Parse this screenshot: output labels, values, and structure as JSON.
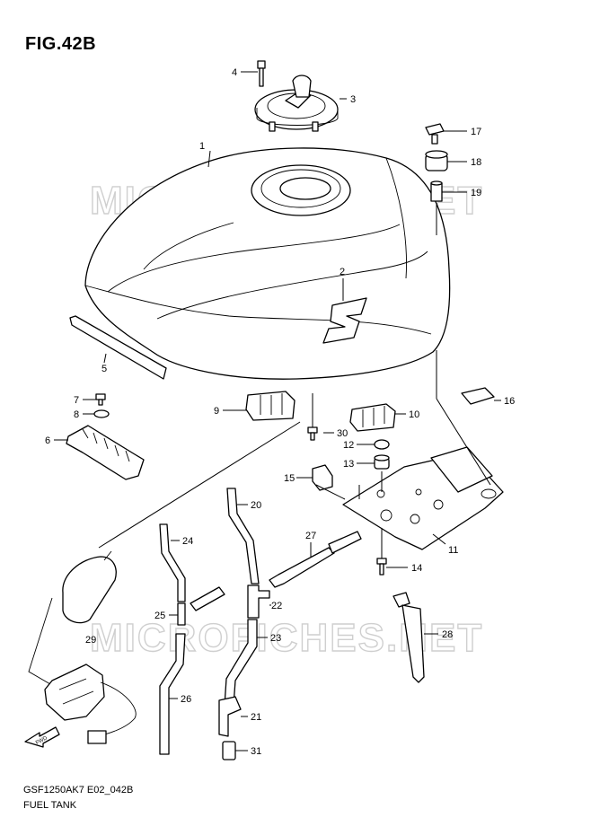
{
  "figure": {
    "title": "FIG.42B"
  },
  "watermark": "MICROFICHES.NET",
  "footer": {
    "code": "GSF1250AK7 E02_042B",
    "name": "FUEL TANK"
  },
  "direction_marker": "FWD",
  "callouts": {
    "c1": "1",
    "c2": "2",
    "c3": "3",
    "c4": "4",
    "c5": "5",
    "c6": "6",
    "c7": "7",
    "c8": "8",
    "c9": "9",
    "c10": "10",
    "c11": "11",
    "c12": "12",
    "c13": "13",
    "c14": "14",
    "c15": "15",
    "c16": "16",
    "c17": "17",
    "c18": "18",
    "c19": "19",
    "c20": "20",
    "c21": "21",
    "c22": "22",
    "c23": "23",
    "c24": "24",
    "c25": "25",
    "c26": "26",
    "c27": "27",
    "c28": "28",
    "c29": "29",
    "c30": "30",
    "c31": "31"
  }
}
